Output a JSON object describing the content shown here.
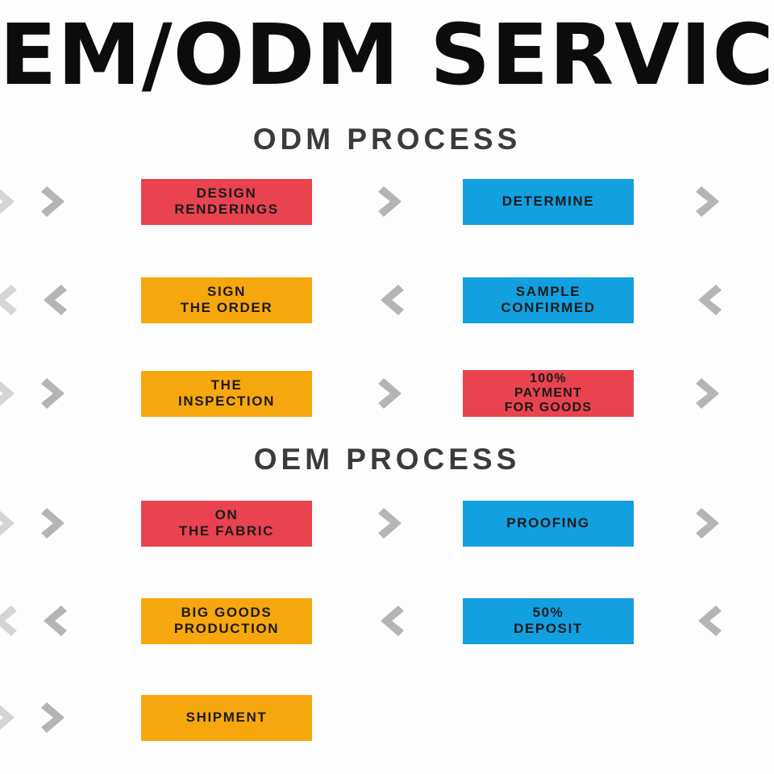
{
  "banner": {
    "title": "OEM/ODM SERVICE",
    "visible_text": "EM/ODM SERVIC",
    "text_color": "#0c0c0c",
    "note": "title is cropped at both left and right edges"
  },
  "palette": {
    "red": "#e8434f",
    "blue": "#12a0e0",
    "orange": "#f6a70e",
    "chevron_gray": "#b5b5b5",
    "heading_gray": "#3b3b3b",
    "background": "#fdfdfd",
    "box_text": "#1b1b1b"
  },
  "sections": [
    {
      "id": "odm",
      "heading": "ODM PROCESS",
      "rows": [
        {
          "direction": "right",
          "boxes": [
            {
              "lines": [
                "DESIGN",
                "RENDERINGS"
              ],
              "color": "red"
            },
            {
              "lines": [
                "DETERMINE"
              ],
              "color": "blue"
            }
          ]
        },
        {
          "direction": "left",
          "boxes": [
            {
              "lines": [
                "SIGN",
                "THE ORDER"
              ],
              "color": "orange"
            },
            {
              "lines": [
                "SAMPLE",
                "CONFIRMED"
              ],
              "color": "blue"
            }
          ]
        },
        {
          "direction": "right",
          "boxes": [
            {
              "lines": [
                "THE",
                "INSPECTION"
              ],
              "color": "orange"
            },
            {
              "lines": [
                "100%",
                "PAYMENT",
                "FOR GOODS"
              ],
              "color": "red"
            }
          ]
        }
      ]
    },
    {
      "id": "oem",
      "heading": "OEM PROCESS",
      "rows": [
        {
          "direction": "right",
          "boxes": [
            {
              "lines": [
                "ON",
                "THE FABRIC"
              ],
              "color": "red"
            },
            {
              "lines": [
                "PROOFING"
              ],
              "color": "blue"
            }
          ]
        },
        {
          "direction": "left",
          "boxes": [
            {
              "lines": [
                "BIG GOODS",
                "PRODUCTION"
              ],
              "color": "orange"
            },
            {
              "lines": [
                "50%",
                "DEPOSIT"
              ],
              "color": "blue"
            }
          ]
        },
        {
          "direction": "right",
          "boxes": [
            {
              "lines": [
                "SHIPMENT"
              ],
              "color": "orange"
            }
          ]
        }
      ]
    }
  ],
  "icons": {
    "chevron_right": "chevron-right-icon",
    "chevron_left": "chevron-left-icon"
  }
}
